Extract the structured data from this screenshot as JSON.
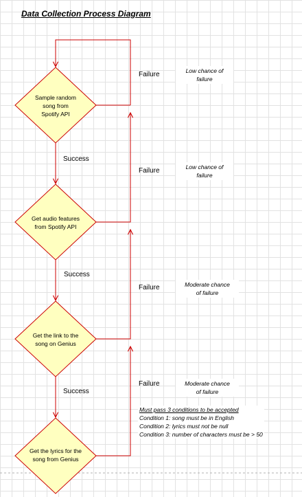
{
  "title": "Data Collection Process Diagram",
  "steps": [
    {
      "line1": "Sample random",
      "line2": "song from",
      "line3": "Spotify API"
    },
    {
      "line1": "Get audio features",
      "line2": "from Spotify API"
    },
    {
      "line1": "Get the link to the",
      "line2": "song on Genius"
    },
    {
      "line1": "Get the lyrics for the",
      "line2": "song from Genius"
    }
  ],
  "labels": {
    "success": "Success",
    "failure": "Failure"
  },
  "notes": [
    {
      "line1": "Low chance of",
      "line2": "failure"
    },
    {
      "line1": "Low chance of",
      "line2": "failure"
    },
    {
      "line1": "Moderate chance",
      "line2": "of failure"
    },
    {
      "line1": "Moderate chance",
      "line2": "of failure"
    }
  ],
  "conditions": {
    "header": "Must pass 3 conditions to be accepted",
    "items": [
      "Condition 1: song must be in English",
      "Condition 2: lyrics must not be null",
      "Condition 3: number of characters must be > 50"
    ]
  },
  "colors": {
    "diamond_fill": "#ffffc0",
    "line": "#cc0000"
  }
}
